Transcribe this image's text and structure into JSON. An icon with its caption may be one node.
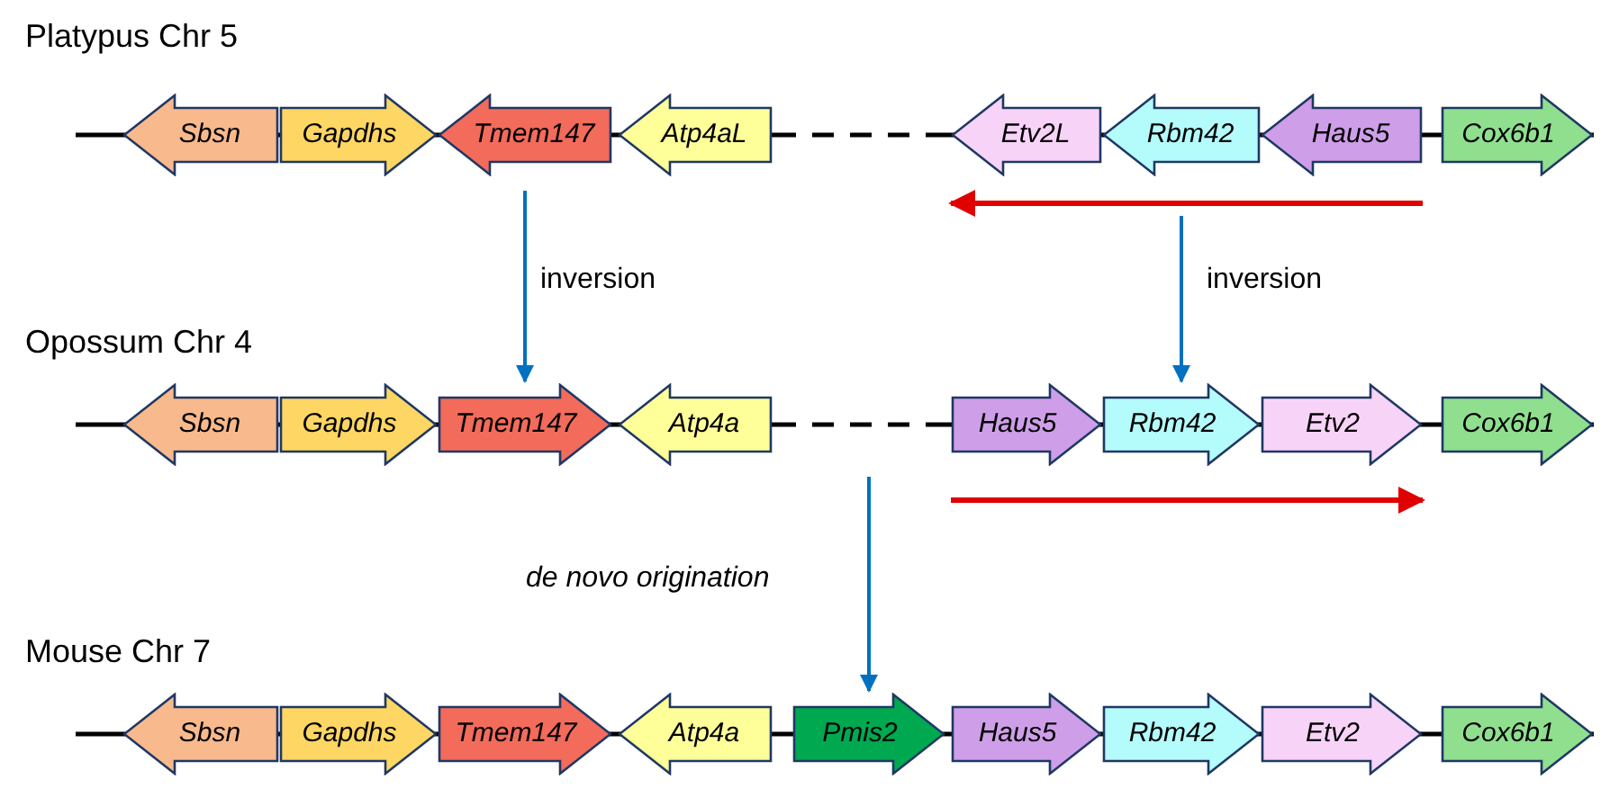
{
  "diagram": {
    "nodes": [
      {
        "text": [
          "Sbsn"
        ]
      },
      {
        "text": [
          "Gapdhs"
        ]
      },
      {
        "text": [
          "Tmem147"
        ]
      },
      {
        "text": [
          "Atp4aL"
        ]
      },
      {
        "text": [
          "Etv2L"
        ]
      },
      {
        "text": [
          "Rbm42"
        ]
      },
      {
        "text": [
          "Haus5"
        ]
      },
      {
        "text": [
          "Cox6b1"
        ]
      },
      {
        "text": [
          "Sbsn"
        ]
      },
      {
        "text": [
          "Gapdhs"
        ]
      },
      {
        "text": [
          "Tmem147"
        ]
      },
      {
        "text": [
          "Atp4a"
        ]
      },
      {
        "text": [
          "Haus5"
        ]
      },
      {
        "text": [
          "Rbm42"
        ]
      },
      {
        "text": [
          "Etv2"
        ]
      },
      {
        "text": [
          "Cox6b1"
        ]
      },
      {
        "text": [
          "Sbsn"
        ]
      },
      {
        "text": [
          "Gapdhs"
        ]
      },
      {
        "text": [
          "Tmem147"
        ]
      },
      {
        "text": [
          "Atp4a"
        ]
      },
      {
        "text": [
          "Pmis2"
        ]
      },
      {
        "text": [
          "Haus5"
        ]
      },
      {
        "text": [
          "Rbm42"
        ]
      },
      {
        "text": [
          "Etv2"
        ]
      },
      {
        "text": [
          "Cox6b1"
        ]
      }
    ],
    "edges": [
      {
        "from": 2,
        "to": 10,
        "arrow": "to",
        "label": "inversion"
      },
      {
        "from": null,
        "to": 13,
        "arrow": "to",
        "label": "inversion"
      },
      {
        "from": null,
        "to": 20,
        "arrow": "to",
        "label": "de novo origination"
      }
    ],
    "labels": [
      "Platypus Chr 5",
      "Opossum Chr 4",
      "Mouse Chr 7"
    ]
  }
}
